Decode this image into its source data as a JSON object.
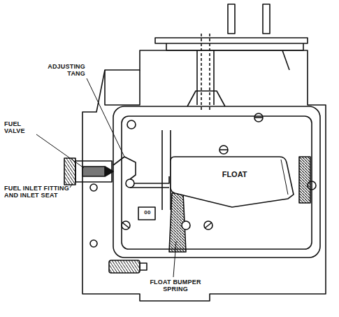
{
  "diagram": {
    "nodes": [
      {
        "text": [
          "FLOAT"
        ]
      }
    ],
    "labels": [
      "ADJUSTING TANG",
      "FUEL VALVE",
      "FUEL INLET FITTING AND INLET SEAT",
      "00",
      "FLOAT BUMPER SPRING"
    ]
  }
}
